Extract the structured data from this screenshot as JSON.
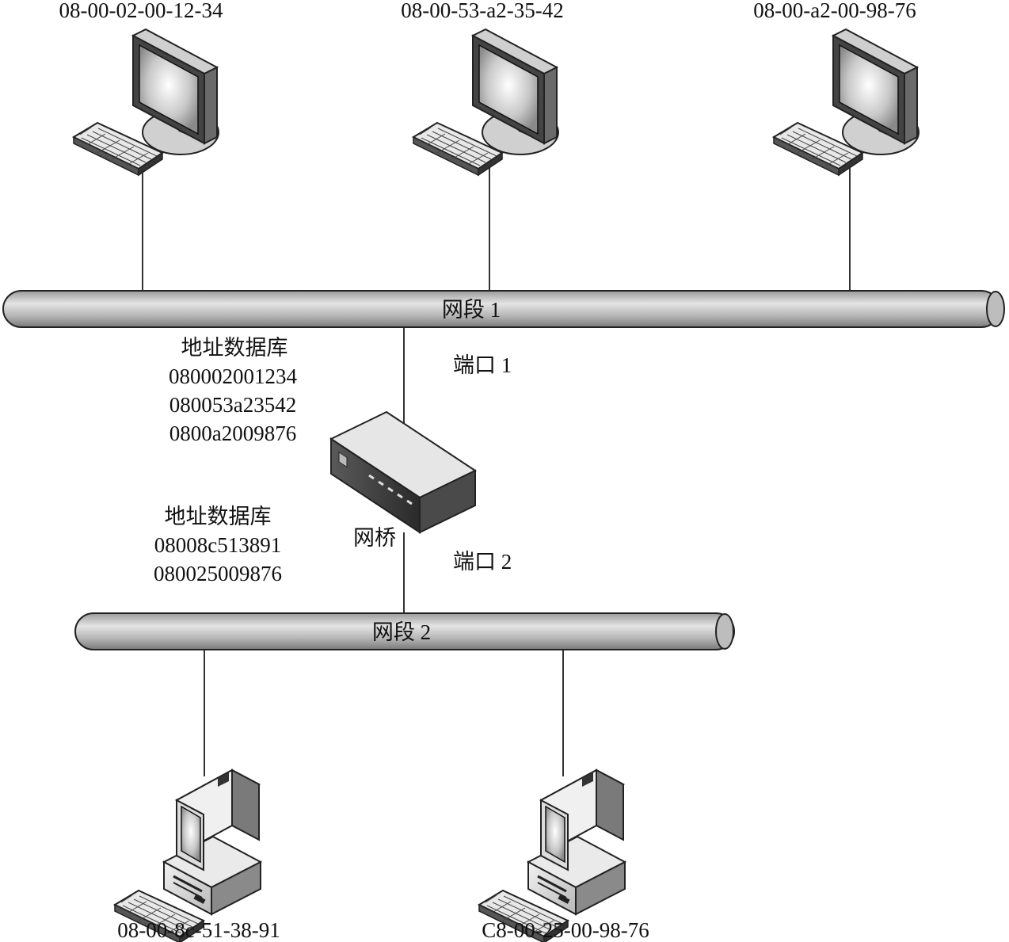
{
  "hosts_top": [
    {
      "mac": "08-00-02-00-12-34"
    },
    {
      "mac": "08-00-53-a2-35-42"
    },
    {
      "mac": "08-00-a2-00-98-76"
    }
  ],
  "hosts_bottom": [
    {
      "mac": "08-00-8c-51-38-91"
    },
    {
      "mac": "C8-00-25-00-98-76"
    }
  ],
  "segment1": {
    "label": "网段 1"
  },
  "segment2": {
    "label": "网段 2"
  },
  "bridge": {
    "label": "网桥",
    "port1": "端口 1",
    "port2": "端口 2"
  },
  "db_port1": {
    "title": "地址数据库",
    "entries": [
      "080002001234",
      "080053a23542",
      "0800a2009876"
    ]
  },
  "db_port2": {
    "title": "地址数据库",
    "entries": [
      "08008c513891",
      "080025009876"
    ]
  }
}
